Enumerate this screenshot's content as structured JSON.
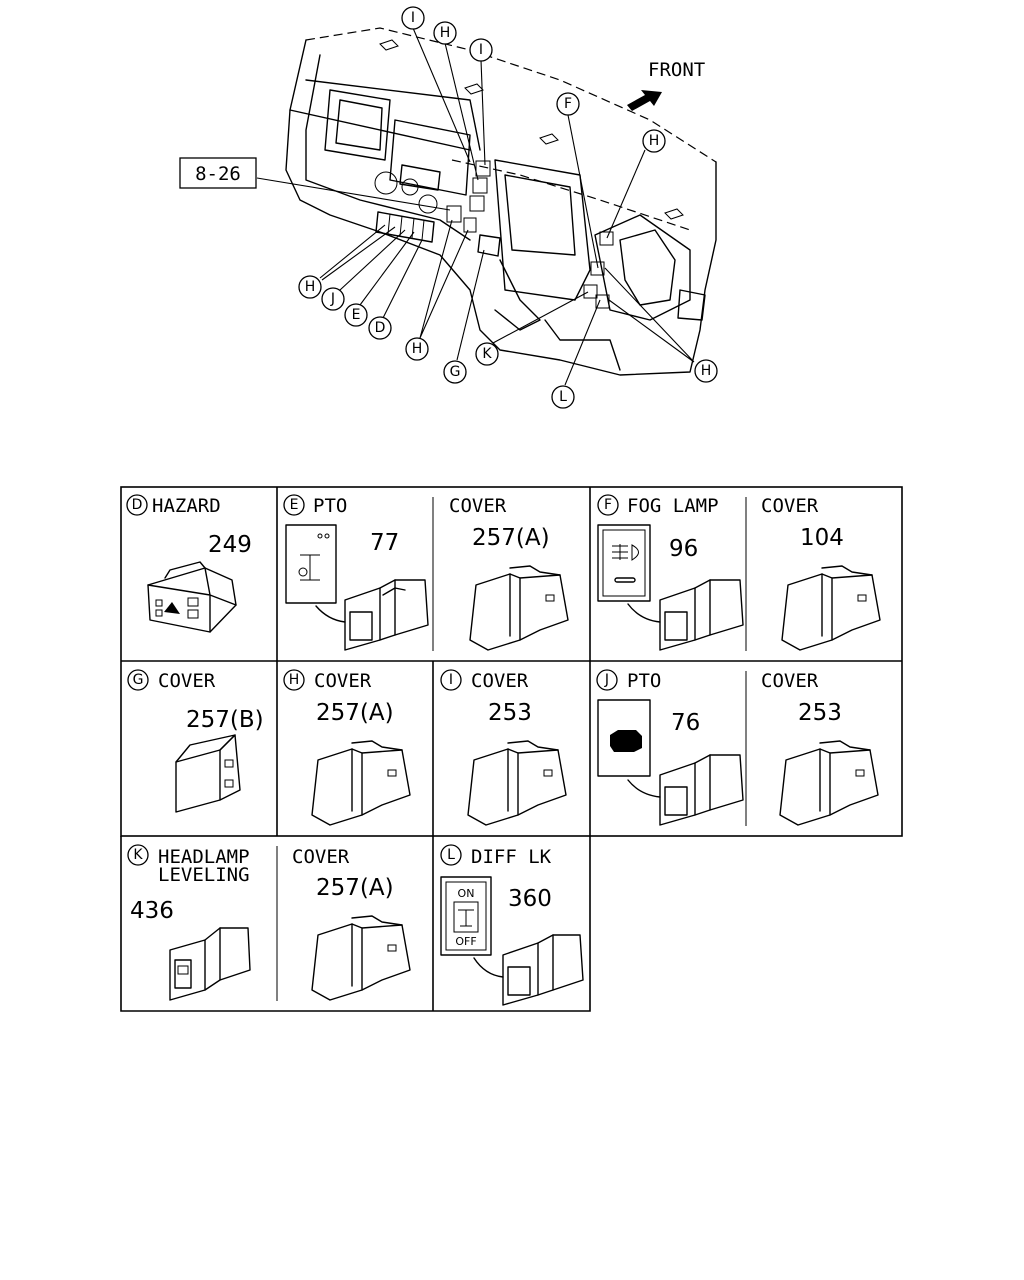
{
  "overview": {
    "front_label": "FRONT",
    "ref_box": "8-26",
    "callouts": [
      "I",
      "H",
      "I",
      "F",
      "H",
      "H",
      "J",
      "E",
      "D",
      "H",
      "G",
      "K",
      "H",
      "L"
    ]
  },
  "panels": [
    {
      "letter": "D",
      "title": "HAZARD",
      "number": "249"
    },
    {
      "letter": "E",
      "title": "PTO",
      "number": "77"
    },
    {
      "letter": "",
      "title": "COVER",
      "number": "257(A)"
    },
    {
      "letter": "F",
      "title": "FOG LAMP",
      "number": "96"
    },
    {
      "letter": "",
      "title": "COVER",
      "number": "104"
    },
    {
      "letter": "G",
      "title": "COVER",
      "number": "257(B)"
    },
    {
      "letter": "H",
      "title": "COVER",
      "number": "257(A)"
    },
    {
      "letter": "I",
      "title": "COVER",
      "number": "253"
    },
    {
      "letter": "J",
      "title": "PTO",
      "number": "76"
    },
    {
      "letter": "",
      "title": "COVER",
      "number": "253"
    },
    {
      "letter": "K",
      "title": "HEADLAMP",
      "title2": "LEVELING",
      "number": "436"
    },
    {
      "letter": "",
      "title": "COVER",
      "number": "257(A)"
    },
    {
      "letter": "L",
      "title": "DIFF LK",
      "number": "360"
    }
  ],
  "switch_labels": {
    "on": "ON",
    "off": "OFF"
  }
}
